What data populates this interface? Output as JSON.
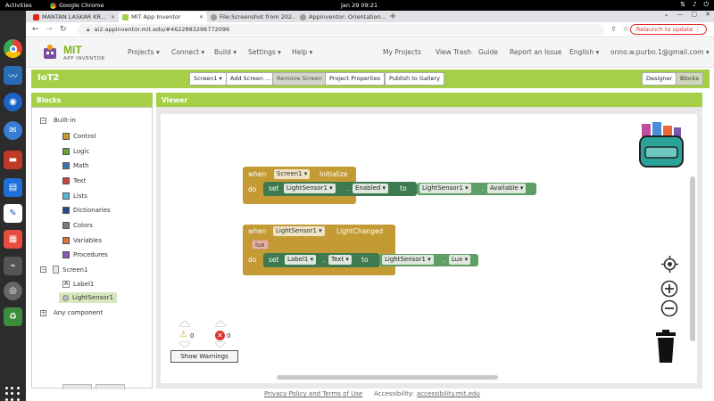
{
  "os": {
    "activities": "Activities",
    "app_name": "Google Chrome",
    "clock": "Jan 29  09:21"
  },
  "browser": {
    "tabs": [
      {
        "label": "MANTAN LASKAR KR..."
      },
      {
        "label": "MIT App Inventor"
      },
      {
        "label": "File:Screenshot from 202..."
      },
      {
        "label": "Appinventor: Orientation..."
      }
    ],
    "url": "ai2.appinventor.mit.edu/#4622883296772096",
    "relaunch": "Relaunch to update"
  },
  "ai_nav": {
    "logo_title": "MIT",
    "logo_sub": "APP INVENTOR",
    "menus": [
      "Projects ▾",
      "Connect ▾",
      "Build ▾",
      "Settings ▾",
      "Help ▾"
    ],
    "right": [
      "My Projects",
      "View Trash",
      "Guide",
      "Report an Issue",
      "English ▾",
      "onno.w.purbo.1@gmail.com ▾"
    ]
  },
  "project_bar": {
    "name": "IoT2",
    "screen_select": "Screen1 ▾",
    "add_screen": "Add Screen ...",
    "remove_screen": "Remove Screen",
    "project_properties": "Project Properties",
    "publish": "Publish to Gallery",
    "designer": "Designer",
    "blocks": "Blocks"
  },
  "blocks_panel": {
    "title": "Blocks",
    "built_in": "Built-in",
    "builtins": [
      {
        "label": "Control",
        "color": "#c49a35"
      },
      {
        "label": "Logic",
        "color": "#6fa03f"
      },
      {
        "label": "Math",
        "color": "#3f6fad"
      },
      {
        "label": "Text",
        "color": "#c7433f"
      },
      {
        "label": "Lists",
        "color": "#5ab4d6"
      },
      {
        "label": "Dictionaries",
        "color": "#2b4a85"
      },
      {
        "label": "Colors",
        "color": "#7a7a7a"
      },
      {
        "label": "Variables",
        "color": "#e0703c"
      },
      {
        "label": "Procedures",
        "color": "#8b5bb8"
      }
    ],
    "screen": "Screen1",
    "components": [
      "Label1",
      "LightSensor1"
    ],
    "any_component": "Any component"
  },
  "viewer": {
    "title": "Viewer",
    "block1": {
      "when": "when",
      "component": "Screen1",
      "event": "Initialize",
      "do": "do",
      "set": "set",
      "target": "LightSensor1",
      "prop": "Enabled",
      "to": "to",
      "src": "LightSensor1",
      "src_prop": "Available"
    },
    "block2": {
      "when": "when",
      "component": "LightSensor1",
      "event": "LightChanged",
      "param": "lux",
      "do": "do",
      "set": "set",
      "target": "Label1",
      "prop": "Text",
      "to": "to",
      "src": "LightSensor1",
      "src_prop": "Lux"
    },
    "warnings_count": "0",
    "errors_count": "0",
    "show_warnings": "Show Warnings"
  },
  "footer": {
    "privacy": "Privacy Policy and Terms of Use",
    "accessibility_label": "Accessibility:",
    "accessibility_link": "accessibility.mit.edu"
  },
  "colors": {
    "ai_green": "#a5cf47",
    "control_block": "#c49a35",
    "component_setter": "#3d7a4f",
    "component_getter": "#5f9e66"
  }
}
